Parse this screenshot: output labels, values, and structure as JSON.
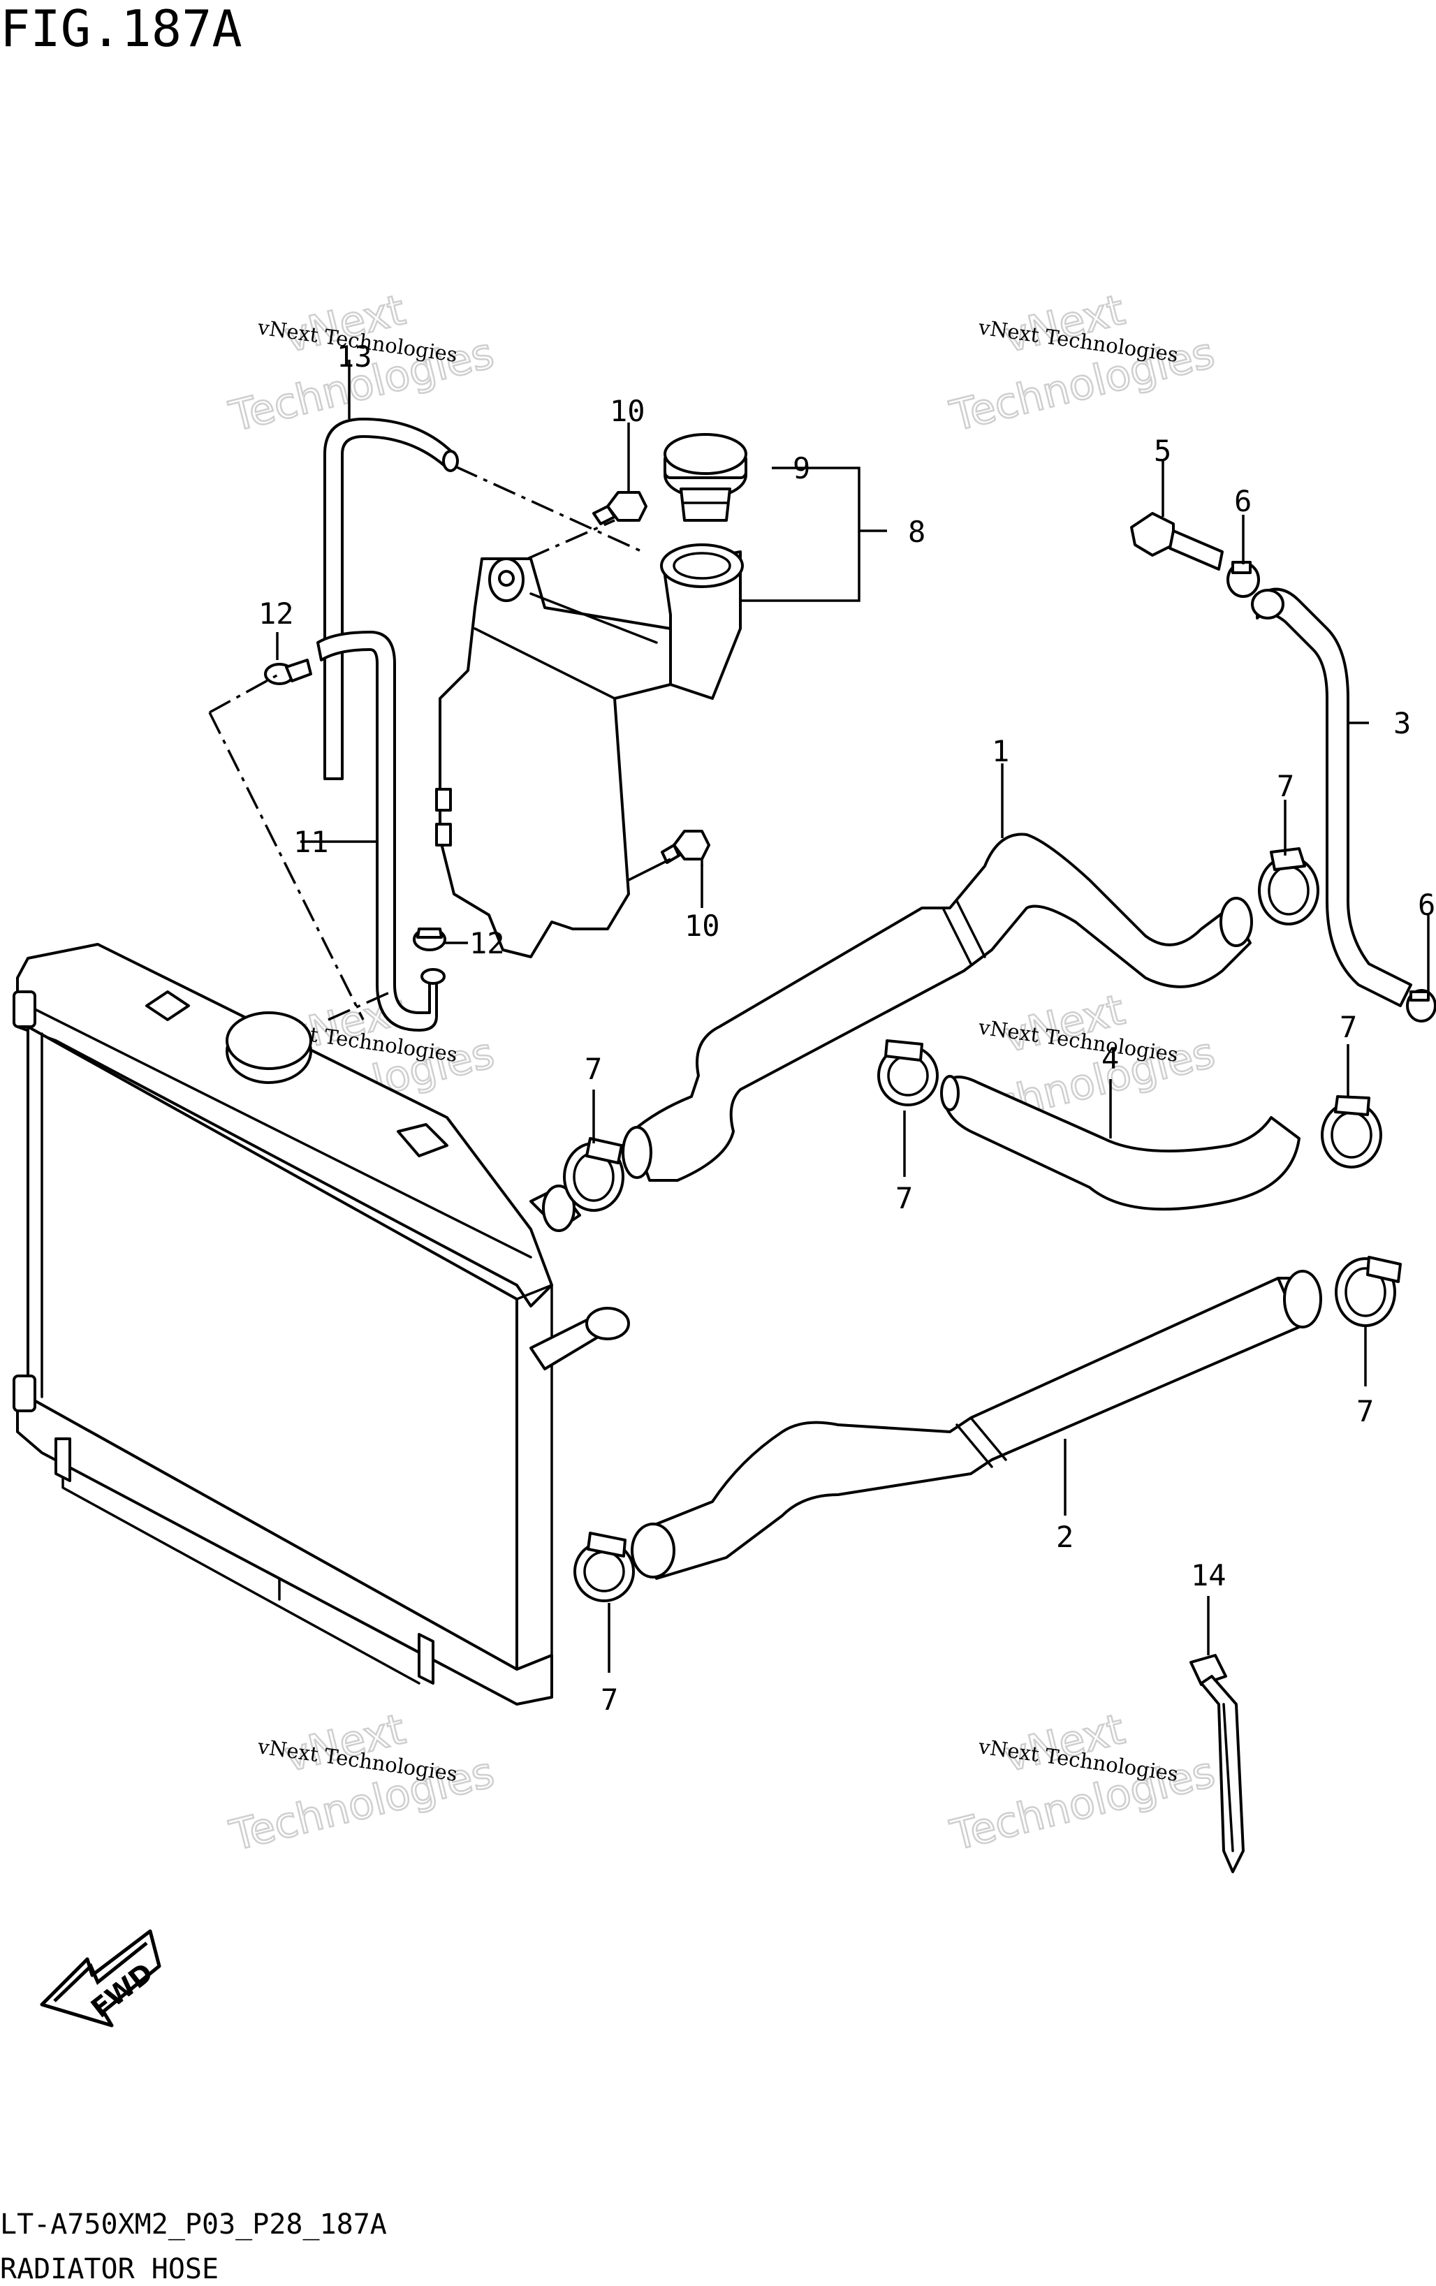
{
  "figure": {
    "title": "FIG.187A"
  },
  "callouts": {
    "c1": "1",
    "c2": "2",
    "c3": "3",
    "c4": "4",
    "c5": "5",
    "c6a": "6",
    "c6b": "6",
    "c7a": "7",
    "c7b": "7",
    "c7c": "7",
    "c7d": "7",
    "c7e": "7",
    "c7f": "7",
    "c8": "8",
    "c9": "9",
    "c10a": "10",
    "c10b": "10",
    "c11": "11",
    "c12a": "12",
    "c12b": "12",
    "c13": "13",
    "c14": "14"
  },
  "watermark": {
    "line1": "vNext Technologies",
    "line2": "vNext",
    "line3": "Technologies"
  },
  "fwd_badge": "FWD",
  "footer": {
    "code": "LT-A750XM2_P03_P28_187A",
    "caption": "RADIATOR HOSE"
  }
}
